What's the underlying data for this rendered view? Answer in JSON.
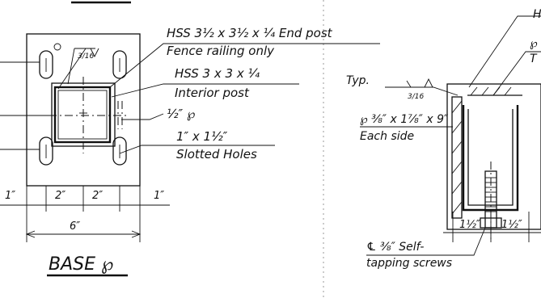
{
  "base_plate": {
    "title": "BASE ℘",
    "label_hss_end": "HSS 3½ x 3½ x ¼ End post",
    "label_fence": "Fence railing only",
    "label_hss_interior": "HSS 3 x 3 x ¼",
    "label_interior_post": "Interior post",
    "label_plate": "½″ ℘",
    "label_slot_size": "1″ x 1½″",
    "label_slotted_holes": "Slotted Holes",
    "weld_size": "3/16",
    "dim_left_edge": "1″",
    "dim_center_left": "2″",
    "dim_center_right": "2″",
    "dim_right_edge": "1″",
    "dim_overall": "6″"
  },
  "section": {
    "label_typ": "Typ.",
    "weld_size": "3/16",
    "label_side_plate": "℘ ⅜″ x 1⅞″ x 9″",
    "label_each_side": "Each side",
    "dim_left": "1½″",
    "dim_right": "1½″",
    "label_screws": "℄ ⅜″ Self-",
    "label_screws_2": "tapping screws",
    "label_top_h": "H",
    "label_top_plate": "℘",
    "label_top_t": "T"
  }
}
